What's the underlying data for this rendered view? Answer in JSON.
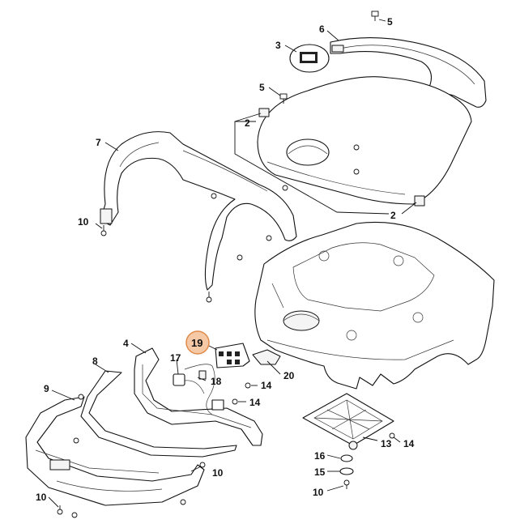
{
  "diagram": {
    "highlight_color": "#f6c9a6",
    "highlight_stroke": "#e08a4a",
    "line_color": "#111111",
    "callouts": {
      "c5a": "5",
      "c6": "6",
      "c3": "3",
      "c5b": "5",
      "c2a": "2",
      "c2b": "2",
      "c7": "7",
      "c10a": "10",
      "c4": "4",
      "c19": "19",
      "c20": "20",
      "c17": "17",
      "c18": "18",
      "c14a": "14",
      "c14b": "14",
      "c8": "8",
      "c9": "9",
      "c13": "13",
      "c14c": "14",
      "c16": "16",
      "c15": "15",
      "c10b": "10",
      "c10c": "10",
      "c10d": "10"
    }
  }
}
